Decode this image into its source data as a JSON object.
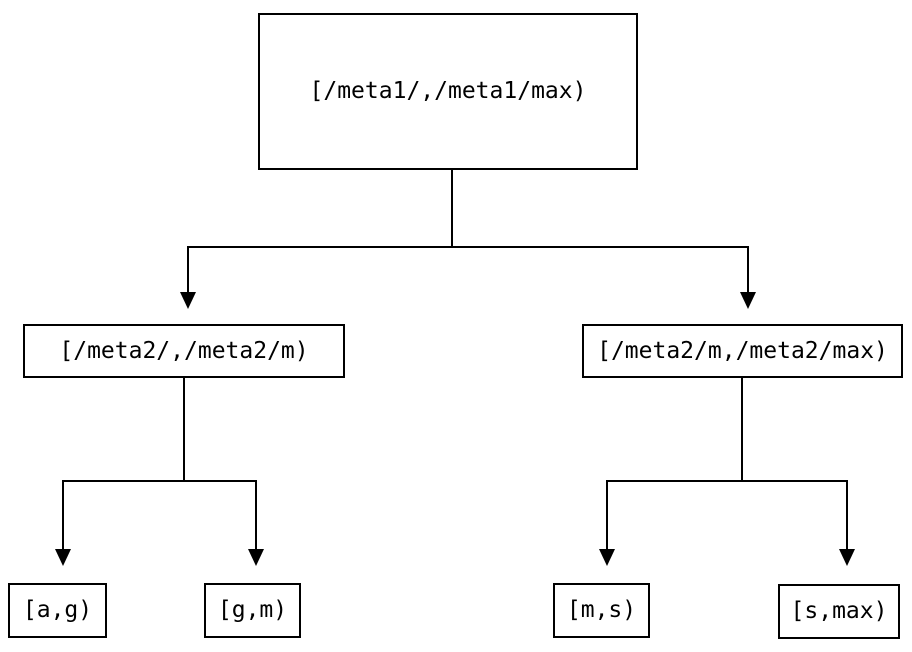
{
  "diagram": {
    "type": "tree",
    "background_color": "#ffffff",
    "line_color": "#000000",
    "box_border_color": "#000000",
    "box_fill_color": "#ffffff",
    "text_color": "#000000",
    "nodes": {
      "root": {
        "label": "[/meta1/,/meta1/max)"
      },
      "meta2_low": {
        "label": "[/meta2/,/meta2/m)"
      },
      "meta2_high": {
        "label": "[/meta2/m,/meta2/max)"
      },
      "leaf_ag": {
        "label": "[a,g)"
      },
      "leaf_gm": {
        "label": "[g,m)"
      },
      "leaf_ms": {
        "label": "[m,s)"
      },
      "leaf_smax": {
        "label": "[s,max)"
      }
    },
    "edges": [
      {
        "from": "root",
        "to": "meta2_low"
      },
      {
        "from": "root",
        "to": "meta2_high"
      },
      {
        "from": "meta2_low",
        "to": "leaf_ag"
      },
      {
        "from": "meta2_low",
        "to": "leaf_gm"
      },
      {
        "from": "meta2_high",
        "to": "leaf_ms"
      },
      {
        "from": "meta2_high",
        "to": "leaf_smax"
      }
    ]
  }
}
